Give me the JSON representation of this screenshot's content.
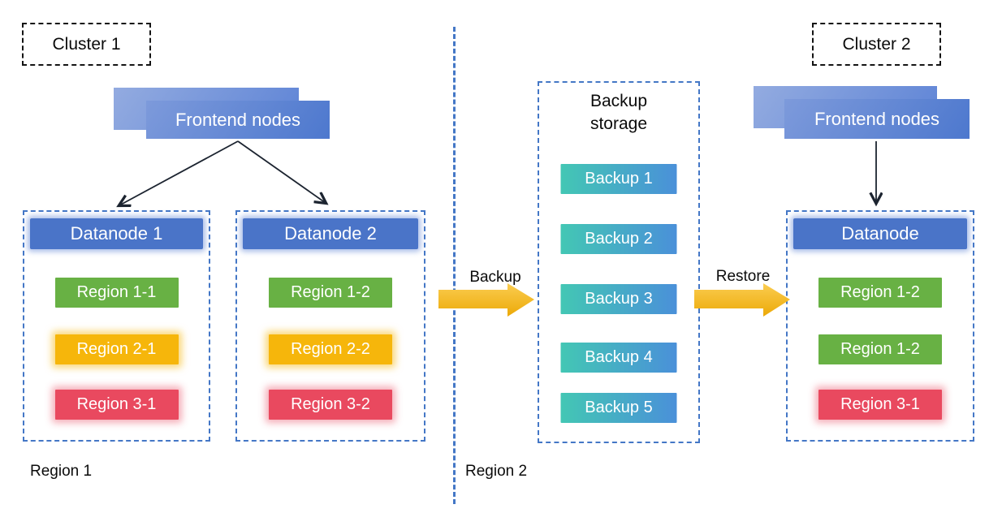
{
  "clusters": [
    {
      "label": "Cluster 1"
    },
    {
      "label": "Cluster 2"
    }
  ],
  "frontends": [
    {
      "label": "Frontend nodes"
    },
    {
      "label": "Frontend nodes"
    }
  ],
  "datanodes": [
    {
      "title": "Datanode 1",
      "regions": [
        {
          "label": "Region 1-1",
          "color": "green"
        },
        {
          "label": "Region 2-1",
          "color": "yellow"
        },
        {
          "label": "Region 3-1",
          "color": "red"
        }
      ]
    },
    {
      "title": "Datanode 2",
      "regions": [
        {
          "label": "Region 1-2",
          "color": "green"
        },
        {
          "label": "Region 2-2",
          "color": "yellow"
        },
        {
          "label": "Region 3-2",
          "color": "red"
        }
      ]
    },
    {
      "title": "Datanode",
      "regions": [
        {
          "label": "Region 1-2",
          "color": "green"
        },
        {
          "label": "Region 1-2",
          "color": "green"
        },
        {
          "label": "Region 3-1",
          "color": "red"
        }
      ]
    }
  ],
  "backup_storage": {
    "title": "Backup\nstorage",
    "items": [
      {
        "label": "Backup 1"
      },
      {
        "label": "Backup 2"
      },
      {
        "label": "Backup 3"
      },
      {
        "label": "Backup 4"
      },
      {
        "label": "Backup 5"
      }
    ]
  },
  "flows": {
    "backup_label": "Backup",
    "restore_label": "Restore"
  },
  "zones": [
    {
      "label": "Region 1"
    },
    {
      "label": "Region 2"
    }
  ],
  "colors": {
    "dashed_border_blue": "#4477c6",
    "node_header_blue": "#4a74c8",
    "frontend_gradient_light": "#93abe0",
    "frontend_gradient_dark": "#4d78ce",
    "region_green": "#68b144",
    "region_yellow": "#f6b60b",
    "region_red": "#e9495f",
    "backup_gradient_teal": "#43c7b4",
    "backup_gradient_blue": "#4a90d9",
    "flow_arrow_gold": "#f2b31c",
    "connector_black": "#1c2430"
  }
}
